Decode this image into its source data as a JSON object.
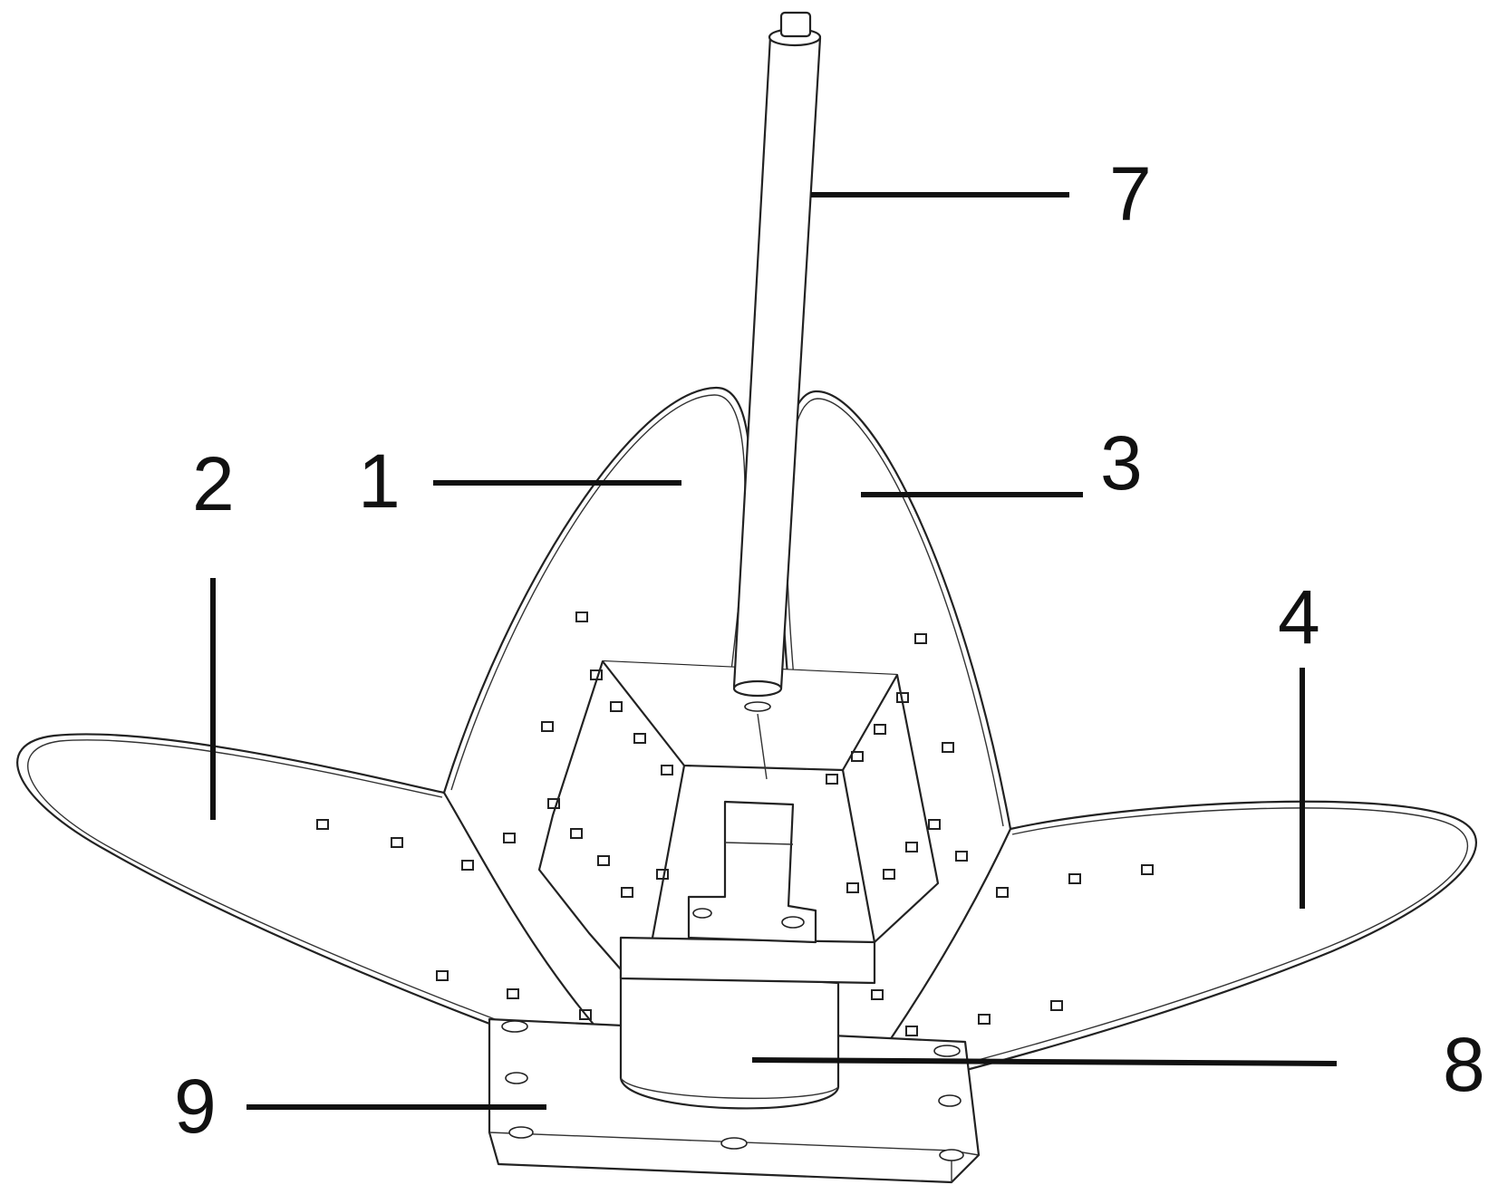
{
  "figure": {
    "callouts": [
      {
        "id": "1",
        "label": "1"
      },
      {
        "id": "2",
        "label": "2"
      },
      {
        "id": "3",
        "label": "3"
      },
      {
        "id": "4",
        "label": "4"
      },
      {
        "id": "7",
        "label": "7"
      },
      {
        "id": "8",
        "label": "8"
      },
      {
        "id": "9",
        "label": "9"
      }
    ],
    "colors": {
      "line": "#111111",
      "background": "#ffffff"
    }
  }
}
